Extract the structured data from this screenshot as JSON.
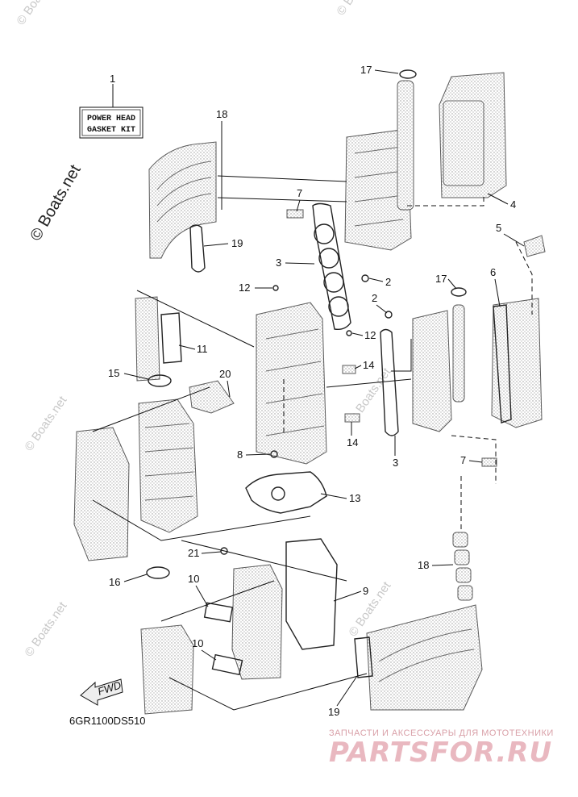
{
  "kit_label": {
    "line1": "POWER HEAD",
    "line2": "GASKET KIT"
  },
  "callouts": {
    "c1": "1",
    "c2a": "2",
    "c2b": "2",
    "c3a": "3",
    "c3b": "3",
    "c4": "4",
    "c5": "5",
    "c6": "6",
    "c7a": "7",
    "c7b": "7",
    "c8": "8",
    "c9": "9",
    "c10a": "10",
    "c10b": "10",
    "c11": "11",
    "c12a": "12",
    "c12b": "12",
    "c13": "13",
    "c14a": "14",
    "c14b": "14",
    "c15": "15",
    "c16": "16",
    "c17a": "17",
    "c17b": "17",
    "c18a": "18",
    "c18b": "18",
    "c19a": "19",
    "c19b": "19",
    "c20": "20",
    "c21": "21"
  },
  "diagram_code": "6GR1100DS510",
  "fwd_label": "FWD",
  "watermark_main": "© Boats.net",
  "watermark_faint": "© Boats.net",
  "partsfor": {
    "tagline": "ЗАПЧАСТИ И АКСЕССУАРЫ ДЛЯ МОТОТЕХНИКИ",
    "brand": "PARTSFOR.RU"
  }
}
